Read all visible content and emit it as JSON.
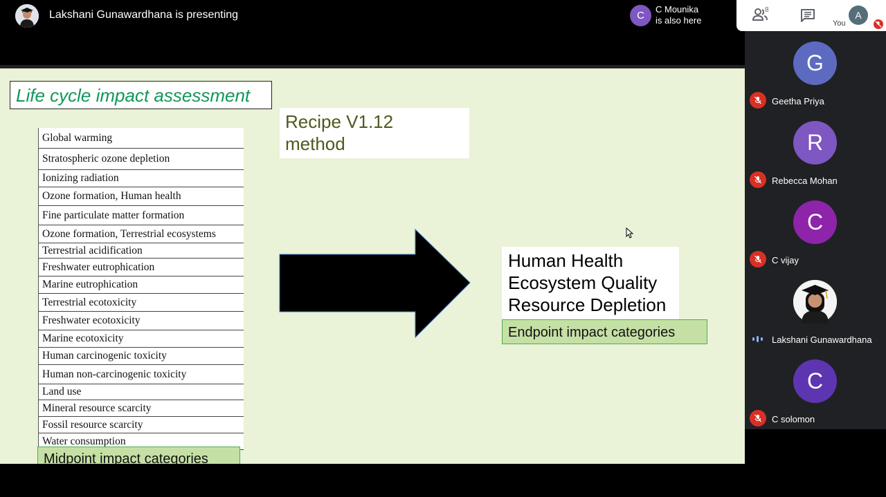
{
  "presenter": {
    "status_text": "Lakshani Gunawardhana is presenting"
  },
  "also_here": {
    "initial": "C",
    "name": "C Mounika",
    "status": "is also here"
  },
  "controls": {
    "participant_count": "8",
    "you_initial": "A",
    "you_label": "You"
  },
  "slide": {
    "title": "Life cycle impact assessment",
    "method_line1": "Recipe V1.12",
    "method_line2": "method",
    "midpoint_categories": [
      "Global warming",
      "Stratospheric ozone depletion",
      "Ionizing radiation",
      "Ozone formation, Human health",
      "Fine particulate matter formation",
      "Ozone formation, Terrestrial ecosystems",
      "Terrestrial acidification",
      "Freshwater eutrophication",
      "Marine eutrophication",
      "Terrestrial ecotoxicity",
      "Freshwater ecotoxicity",
      "Marine ecotoxicity",
      "Human carcinogenic toxicity",
      "Human non-carcinogenic toxicity",
      "Land use",
      "Mineral resource scarcity",
      "Fossil resource scarcity",
      "Water consumption"
    ],
    "midpoint_label": "Midpoint impact categories",
    "endpoints": [
      "Human Health",
      "Ecosystem Quality",
      "Resource Depletion"
    ],
    "endpoint_label": "Endpoint impact categories"
  },
  "participants": [
    {
      "initial": "G",
      "name": "Geetha Priya",
      "color": "#5c6bc0",
      "muted": true
    },
    {
      "initial": "R",
      "name": "Rebecca Mohan",
      "color": "#7e57c2",
      "muted": true
    },
    {
      "initial": "C",
      "name": "C vijay",
      "color": "#8e24aa",
      "muted": true
    },
    {
      "initial": "",
      "name": "Lakshani Gunawardhana",
      "color": "#ffffff",
      "muted": false
    },
    {
      "initial": "C",
      "name": "C solomon",
      "color": "#5e35b1",
      "muted": true
    }
  ],
  "colors": {
    "slide_bg": "#eaf2d7",
    "title_green": "#11975a",
    "label_fill": "#c5e0a5",
    "mute_red": "#d93025"
  }
}
